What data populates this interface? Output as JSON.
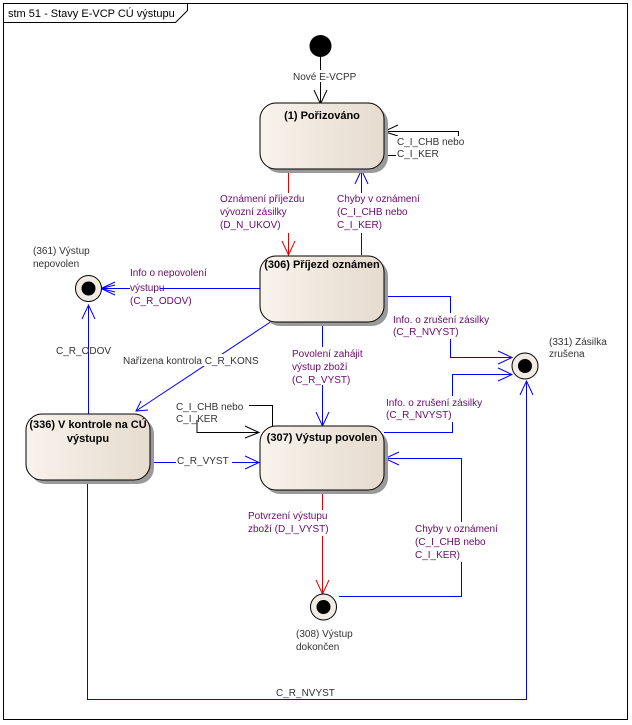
{
  "frame": {
    "title": "stm 51 - Stavy E-VCP CÚ výstupu"
  },
  "colors": {
    "blue": "#0000ff",
    "red": "#e00000",
    "black": "#000000",
    "label_purple": "#6a0a6a",
    "state_fill_light": "#f7f1ea",
    "state_fill_dark": "#e8ddd0"
  },
  "states": {
    "porizovano": "(1) Pořizováno",
    "prijezd": "(306) Příjezd oznámen",
    "kontrola_line1": "(336) V kontrole na CÚ",
    "kontrola_line2": "výstupu",
    "vystup_povolen": "(307) Výstup povolen"
  },
  "final_states": {
    "nepovolen_line1": "(361) Výstup",
    "nepovolen_line2": "nepovolen",
    "zrusena_line1": "(331) Zásilka",
    "zrusena_line2": "zrušena",
    "dokoncen_line1": "(308) Výstup",
    "dokoncen_line2": "dokončen"
  },
  "transitions": {
    "initial": "Nové E-VCPP",
    "self_loop_1": "C_I_CHB nebo",
    "self_loop_2": "C_I_KER",
    "oznameni_1": "Oznámení příjezdu",
    "oznameni_2": "vývozní zásilky",
    "oznameni_3": "(D_N_UKOV)",
    "chyby_up_1": "Chyby v oznámení",
    "chyby_up_2": "(C_I_CHB nebo",
    "chyby_up_3": "C_I_KER)",
    "nepovoleni_1": "Info o nepovolení",
    "nepovoleni_2": "výstupu",
    "nepovoleni_3": "(C_R_ODOV)",
    "zruseni_top_1": "Info. o zrušení zásilky",
    "zruseni_top_2": "(C_R_NVYST)",
    "kontrola": "Nařízena kontrola C_R_KONS",
    "odov": "C_R_ODOV",
    "povoleni_1": "Povolení zahájit",
    "povoleni_2": "výstup zboží",
    "povoleni_3": "(C_R_VYST)",
    "chb_mid_1": "C_I_CHB nebo",
    "chb_mid_2": "C_I_KER",
    "zruseni_mid_1": "Info. o zrušení zásilky",
    "zruseni_mid_2": "(C_R_NVYST)",
    "vyst": "C_R_VYST",
    "potvrzeni_1": "Potvrzení výstupu",
    "potvrzeni_2": "zboží (D_I_VYST)",
    "chyby_low_1": "Chyby v oznámení",
    "chyby_low_2": "(C_I_CHB nebo",
    "chyby_low_3": "C_I_KER)",
    "nvyst_bottom": "C_R_NVYST"
  }
}
